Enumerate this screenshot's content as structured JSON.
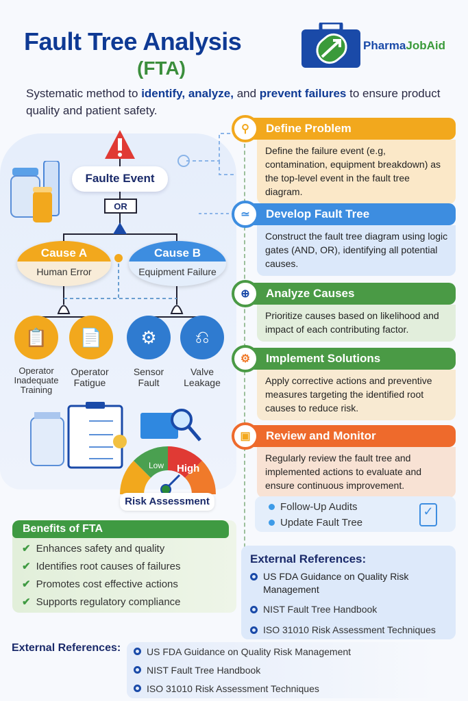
{
  "header": {
    "title": "Fault Tree Analysis",
    "abbr": "(FTA)",
    "brand_a": "Pharma",
    "brand_b": "JobAid",
    "subtitle_parts": [
      "Systematic method to ",
      "identify, analyze,",
      " and ",
      "prevent failures",
      " to ensure product quality and patient safety."
    ]
  },
  "tree": {
    "top_event": "Faulte Event",
    "gate": "OR",
    "cause_a": {
      "title": "Cause A",
      "label": "Human Error"
    },
    "cause_b": {
      "title": "Cause B",
      "label": "Equipment Failure"
    },
    "leaves": [
      "Operator Inadequate Training",
      "Operator Fatigue",
      "Sensor Fault",
      "Valve Leakage"
    ],
    "leaf_lines": [
      [
        "Operator",
        "Inadequate",
        "Training"
      ],
      [
        "Operator",
        "Fatigue"
      ],
      [
        "Sensor",
        "Fault"
      ],
      [
        "Valve",
        "Leakage"
      ]
    ]
  },
  "gauge": {
    "low": "Low",
    "high": "High",
    "label": "Risk Assessment"
  },
  "steps": [
    {
      "title": "Define Problem",
      "body": "Define the failure event (e.g, contamination, equipment breakdown) as the top-level event in the fault tree diagram.",
      "color": "#f2a81d"
    },
    {
      "title": "Develop Fault Tree",
      "body": "Construct the fault tree diagram using logic gates (AND, OR), identifying all potential causes.",
      "color": "#3d8de0"
    },
    {
      "title": "Analyze Causes",
      "body": "Prioritize causes based on likelihood and impact of each contributing factor.",
      "color": "#4a9a45"
    },
    {
      "title": "Implement Solutions",
      "body": "Apply corrective actions and preventive measures targeting the identified root causes to reduce risk.",
      "color": "#4a9a45"
    },
    {
      "title": "Review and Monitor",
      "body": "Regularly review the fault tree and implemented actions to evaluate and ensure continuous improvement.",
      "color": "#ee6a2c"
    }
  ],
  "followup": [
    "Follow-Up Audits",
    "Update Fault Tree"
  ],
  "benefits": {
    "title": "Benefits of FTA",
    "items": [
      "Enhances safety and quality",
      "Identifies root causes of failures",
      "Promotes cost effective actions",
      "Supports regulatory compliance"
    ]
  },
  "refs_box": {
    "title": "External References:",
    "items": [
      "US FDA Guidance on Quality Risk Management",
      "NIST Fault Tree Handbook",
      "ISO 31010 Risk Assessment Techniques"
    ]
  },
  "refs_bottom": {
    "title": "External References:",
    "items": [
      "US FDA Guidance on Quality Risk Management",
      "NIST Fault Tree Handbook",
      "ISO 31010 Risk Assessment Techniques"
    ]
  }
}
